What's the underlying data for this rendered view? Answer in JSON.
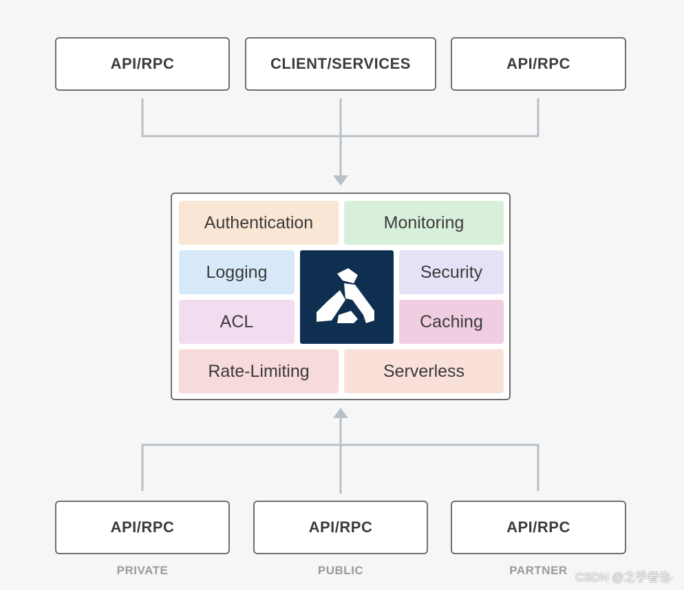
{
  "top_sources": [
    {
      "label": "API/RPC"
    },
    {
      "label": "CLIENT/SERVICES"
    },
    {
      "label": "API/RPC"
    }
  ],
  "gateway": {
    "logo": "kong-gorilla-icon",
    "tiles": [
      {
        "label": "Authentication",
        "color": "#fae6d4"
      },
      {
        "label": "Monitoring",
        "color": "#d8f0da"
      },
      {
        "label": "Logging",
        "color": "#d7e9f8"
      },
      {
        "label": "Security",
        "color": "#e4e2f6"
      },
      {
        "label": "ACL",
        "color": "#f1dcf0"
      },
      {
        "label": "Caching",
        "color": "#f0cde0"
      },
      {
        "label": "Rate-Limiting",
        "color": "#f7dada"
      },
      {
        "label": "Serverless",
        "color": "#f9e1da"
      }
    ],
    "logo_color": "#0f2f51"
  },
  "bottom_sources": [
    {
      "label": "API/RPC",
      "caption": "PRIVATE"
    },
    {
      "label": "API/RPC",
      "caption": "PUBLIC"
    },
    {
      "label": "API/RPC",
      "caption": "PARTNER"
    }
  ],
  "connector_color": "#b7c0c8",
  "watermark": "CSDN @之乎者也·"
}
